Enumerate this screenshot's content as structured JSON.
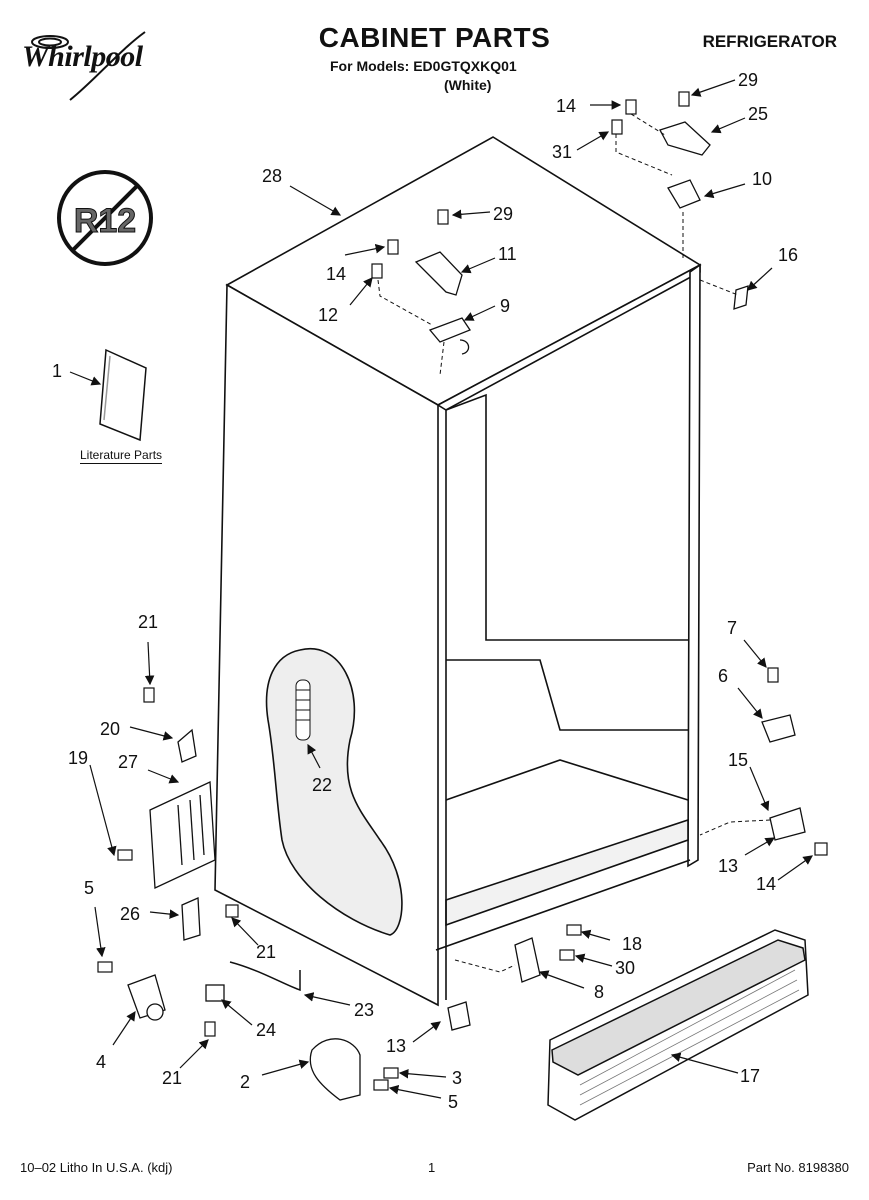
{
  "header": {
    "brand": "Whirlpool",
    "title": "CABINET PARTS",
    "models_line": "For Models: ED0GTQXKQ01",
    "color_line": "(White)",
    "appliance": "REFRIGERATOR"
  },
  "badge": {
    "text": "R12",
    "icon": "no-r12-prohibition-icon"
  },
  "literature_label": "Literature Parts",
  "callouts": {
    "c1": "1",
    "c2": "2",
    "c3": "3",
    "c4": "4",
    "c5a": "5",
    "c5b": "5",
    "c6": "6",
    "c7": "7",
    "c8": "8",
    "c9": "9",
    "c10": "10",
    "c11": "11",
    "c12": "12",
    "c13a": "13",
    "c13b": "13",
    "c14a": "14",
    "c14b": "14",
    "c14c": "14",
    "c15": "15",
    "c16": "16",
    "c17": "17",
    "c18": "18",
    "c19": "19",
    "c20": "20",
    "c21a": "21",
    "c21b": "21",
    "c21c": "21",
    "c22": "22",
    "c23": "23",
    "c24": "24",
    "c25": "25",
    "c26": "26",
    "c27": "27",
    "c28": "28",
    "c29a": "29",
    "c29b": "29",
    "c30": "30",
    "c31": "31"
  },
  "footer": {
    "left": "10–02 Litho In U.S.A. (kdj)",
    "center": "1",
    "right": "Part No. 8198380"
  }
}
